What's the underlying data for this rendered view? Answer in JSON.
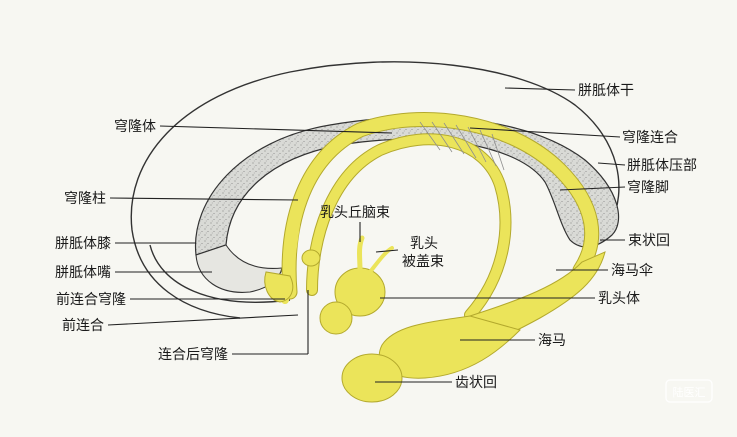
{
  "labels": {
    "corpus_callosum_trunk": "胼胝体干",
    "fornix_body": "穹隆体",
    "commissure_of_fornix": "穹隆连合",
    "splenium": "胼胝体压部",
    "crus_of_fornix": "穹隆脚",
    "column_of_fornix": "穹隆柱",
    "mammillothalamic_tract": "乳头丘脑束",
    "mammillotegmental_tract": "乳头\n被盖束",
    "genu": "胼胝体膝",
    "fasciolar_gyrus": "束状回",
    "rostrum": "胼胝体嘴",
    "fimbria": "海马伞",
    "precommissural_fornix": "前连合穹隆",
    "mammillary_body": "乳头体",
    "anterior_commissure": "前连合",
    "hippocampus": "海马",
    "postcommissural_fornix": "连合后穹隆",
    "dentate_gyrus": "齿状回"
  },
  "watermark": "陆医汇",
  "colors": {
    "fornix_yellow": "#ebe45a",
    "callosum_gray": "#d9dad6",
    "background": "#f7f7f2"
  }
}
